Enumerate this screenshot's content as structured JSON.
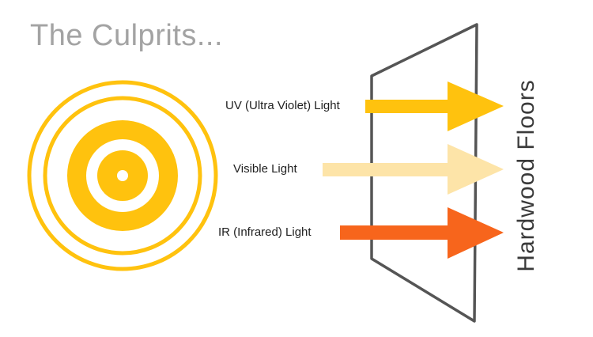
{
  "title": "The Culprits...",
  "rays": [
    {
      "label": "UV (Ultra Violet) Light",
      "color": "#ffc20e"
    },
    {
      "label": "Visible Light",
      "color": "#fde4a8"
    },
    {
      "label": "IR (Infrared) Light",
      "color": "#f7651c"
    }
  ],
  "floor_label": "Hardwood Floors",
  "colors": {
    "sun": "#ffc20e",
    "pane": "#555555",
    "title": "#a3a3a3",
    "text": "#1f1f1f"
  }
}
